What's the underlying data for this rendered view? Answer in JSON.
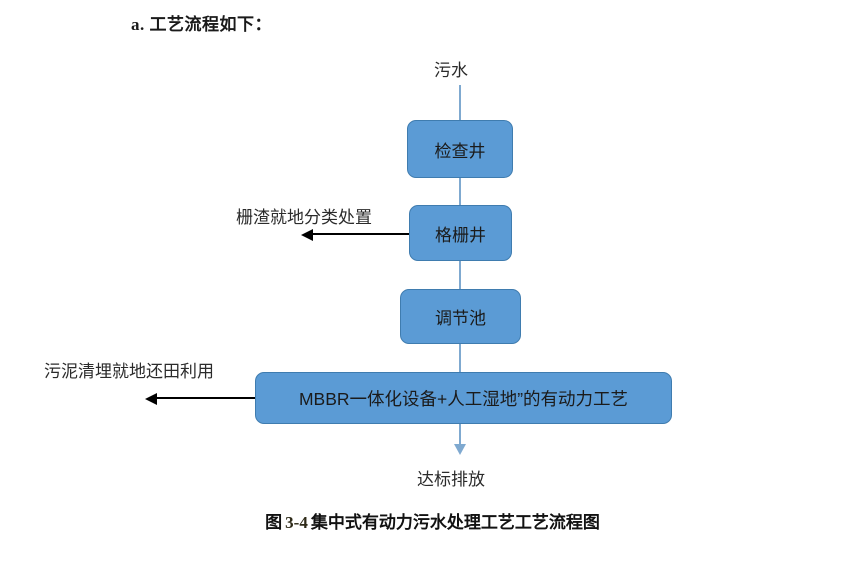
{
  "document": {
    "heading": "a. 工艺流程如下：",
    "caption_prefix": "图",
    "caption_number": "3-4",
    "caption_text": "集中式有动力污水处理工艺工艺流程图"
  },
  "flow": {
    "input_label": "污水",
    "output_label": "达标排放",
    "nodes": [
      {
        "id": "inspection-well",
        "label": "检查井"
      },
      {
        "id": "grating-well",
        "label": "格栅井"
      },
      {
        "id": "regulating-tank",
        "label": "调节池"
      },
      {
        "id": "mbbr-process",
        "label": "MBBR一体化设备+人工湿地”的有动力工艺"
      }
    ],
    "side_outputs": [
      {
        "id": "grit-disposal",
        "label": "栅渣就地分类处置"
      },
      {
        "id": "sludge-disposal",
        "label": "污泥清埋就地还田利用"
      }
    ]
  },
  "colors": {
    "box_fill": "#5B9BD5",
    "box_border": "#3F7CAF",
    "connector": "#7FA9D0",
    "arrow": "#000000",
    "page_background": "#FFFFFF"
  }
}
